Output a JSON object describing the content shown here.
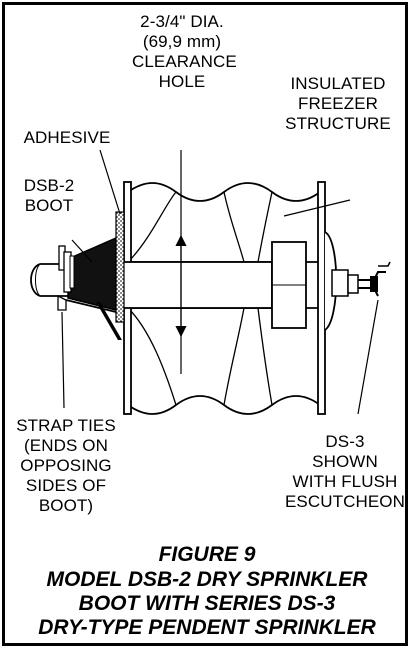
{
  "labels": {
    "clearance_hole": "2-3/4\" DIA.\n(69,9 mm)\nCLEARANCE\nHOLE",
    "insulated_structure": "INSULATED\nFREEZER\nSTRUCTURE",
    "adhesive": "ADHESIVE",
    "boot": "DSB-2\nBOOT",
    "strap_ties": "STRAP TIES\n(ENDS ON\nOPPOSING\nSIDES OF\nBOOT)",
    "sprinkler": "DS-3\nSHOWN\nWITH FLUSH\nESCUTCHEON"
  },
  "caption": {
    "figure": "FIGURE 9",
    "line1": "MODEL DSB-2 DRY SPRINKLER",
    "line2": "BOOT WITH SERIES DS-3",
    "line3": "DRY-TYPE PENDENT SPRINKLER"
  }
}
